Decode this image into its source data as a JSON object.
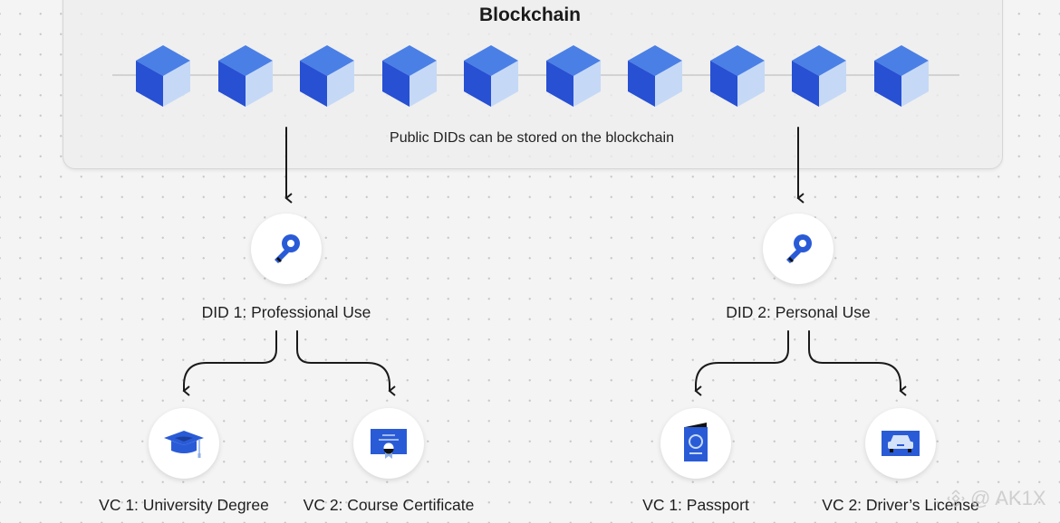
{
  "blockchain": {
    "title": "Blockchain",
    "block_count": 10,
    "caption": "Public DIDs can be stored on the blockchain",
    "colors": {
      "top": "#4a7fe6",
      "left": "#2750d3",
      "right": "#c5d9f7"
    }
  },
  "dids": [
    {
      "label": "DID 1: Professional Use",
      "icon": "key-icon"
    },
    {
      "label": "DID 2: Personal Use",
      "icon": "key-icon"
    }
  ],
  "vcs": [
    {
      "label": "VC 1: University Degree",
      "icon": "graduation-cap-icon",
      "parent": 0
    },
    {
      "label": "VC 2: Course Certificate",
      "icon": "certificate-icon",
      "parent": 0
    },
    {
      "label": "VC 1: Passport",
      "icon": "passport-icon",
      "parent": 1
    },
    {
      "label": "VC 2: Driver’s License",
      "icon": "car-license-icon",
      "parent": 1
    }
  ],
  "accent_color": "#2a5bd7",
  "watermark": {
    "text": "@ AK1X",
    "icon": "binance-logo-icon"
  }
}
